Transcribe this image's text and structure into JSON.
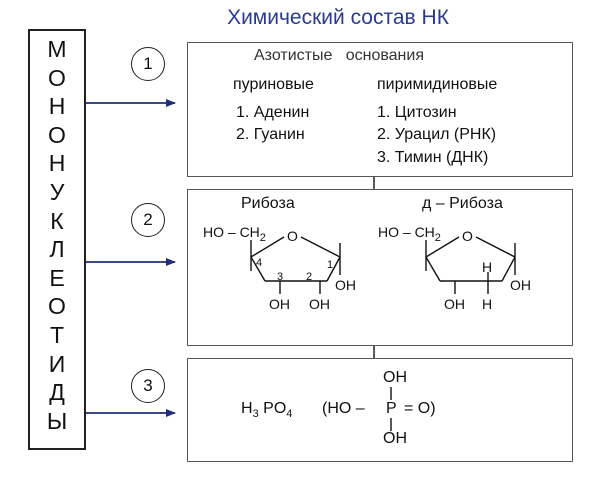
{
  "title": "Химический состав НК",
  "side_word": [
    "М",
    "О",
    "Н",
    "О",
    "Н",
    "У",
    "К",
    "Л",
    "Е",
    "О",
    "Т",
    "И",
    "Д",
    "Ы"
  ],
  "sections": [
    {
      "number": "1",
      "heading": "Азотистые   основания",
      "purine_header": "пуриновые",
      "purine_items": [
        "1. Аденин",
        "2. Гуанин"
      ],
      "pyrimidine_header": "пиримидиновые",
      "pyrimidine_items": [
        "1. Цитозин",
        "2. Урацил (РНК)",
        "3. Тимин (ДНК)"
      ]
    },
    {
      "number": "2",
      "ribose_title": "Рибоза",
      "deoxyribose_title": "д – Рибоза",
      "ribose": {
        "group": "HO – CH",
        "sub": "2",
        "ring_o": "O",
        "pos": [
          "4",
          "3",
          "2",
          "1"
        ],
        "oh_3": "OH",
        "oh_2": "OH",
        "oh_1": "OH"
      },
      "deoxyribose": {
        "group": "HO – CH",
        "sub": "2",
        "ring_o": "O",
        "h_upper": "H",
        "oh_3": "OH",
        "h_2": "H",
        "oh_1": "OH"
      }
    },
    {
      "number": "3",
      "formula_h": "H",
      "formula_sub3": "3",
      "formula_po": "PO",
      "formula_sub4": "4",
      "struct_left": "(HO –",
      "struct_p": "P",
      "struct_right": "= O)",
      "oh_top": "OH",
      "oh_bottom": "OH"
    }
  ],
  "colors": {
    "title": "#2a3b8f",
    "arrow": "#1f2e7a",
    "line": "#222222"
  }
}
